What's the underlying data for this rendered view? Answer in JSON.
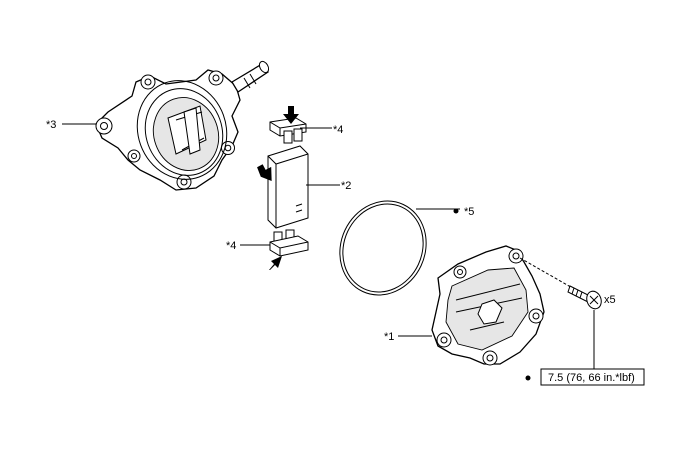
{
  "callouts": {
    "part1": "*1",
    "part2": "*2",
    "part3": "*3",
    "part4_top": "*4",
    "part4_bottom": "*4",
    "part5": "*5"
  },
  "bolt": {
    "quantity": "x5",
    "torque": "7.5 (76, 66 in.*lbf)"
  },
  "icons": {
    "replace_marker": "bullet-dot-icon",
    "apply_arrow": "black-arrow-icon"
  }
}
